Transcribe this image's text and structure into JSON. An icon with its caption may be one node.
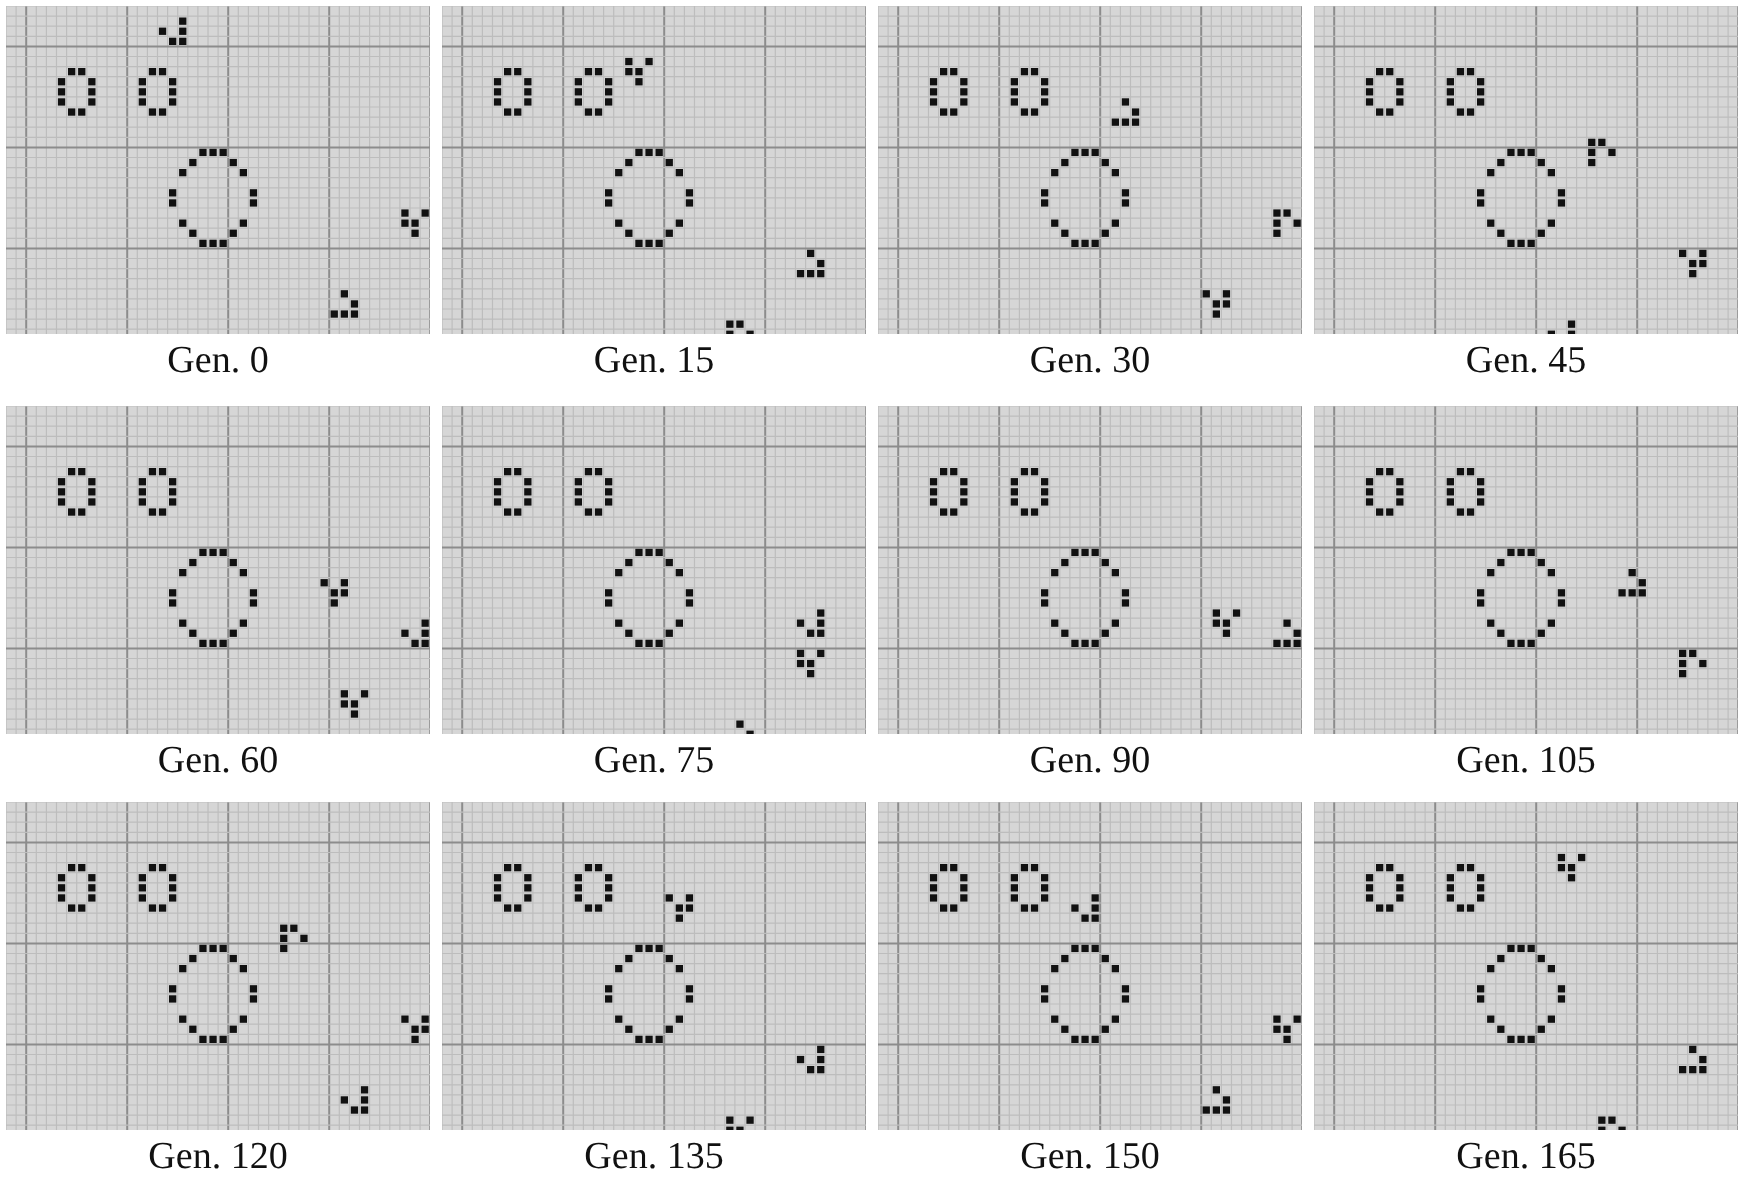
{
  "diagram": {
    "labels": [
      "Gen. 0",
      "Gen. 15",
      "Gen. 30",
      "Gen. 45",
      "Gen. 60",
      "Gen. 75",
      "Gen. 90",
      "Gen. 105",
      "Gen. 120",
      "Gen. 135",
      "Gen. 150",
      "Gen. 165"
    ]
  }
}
